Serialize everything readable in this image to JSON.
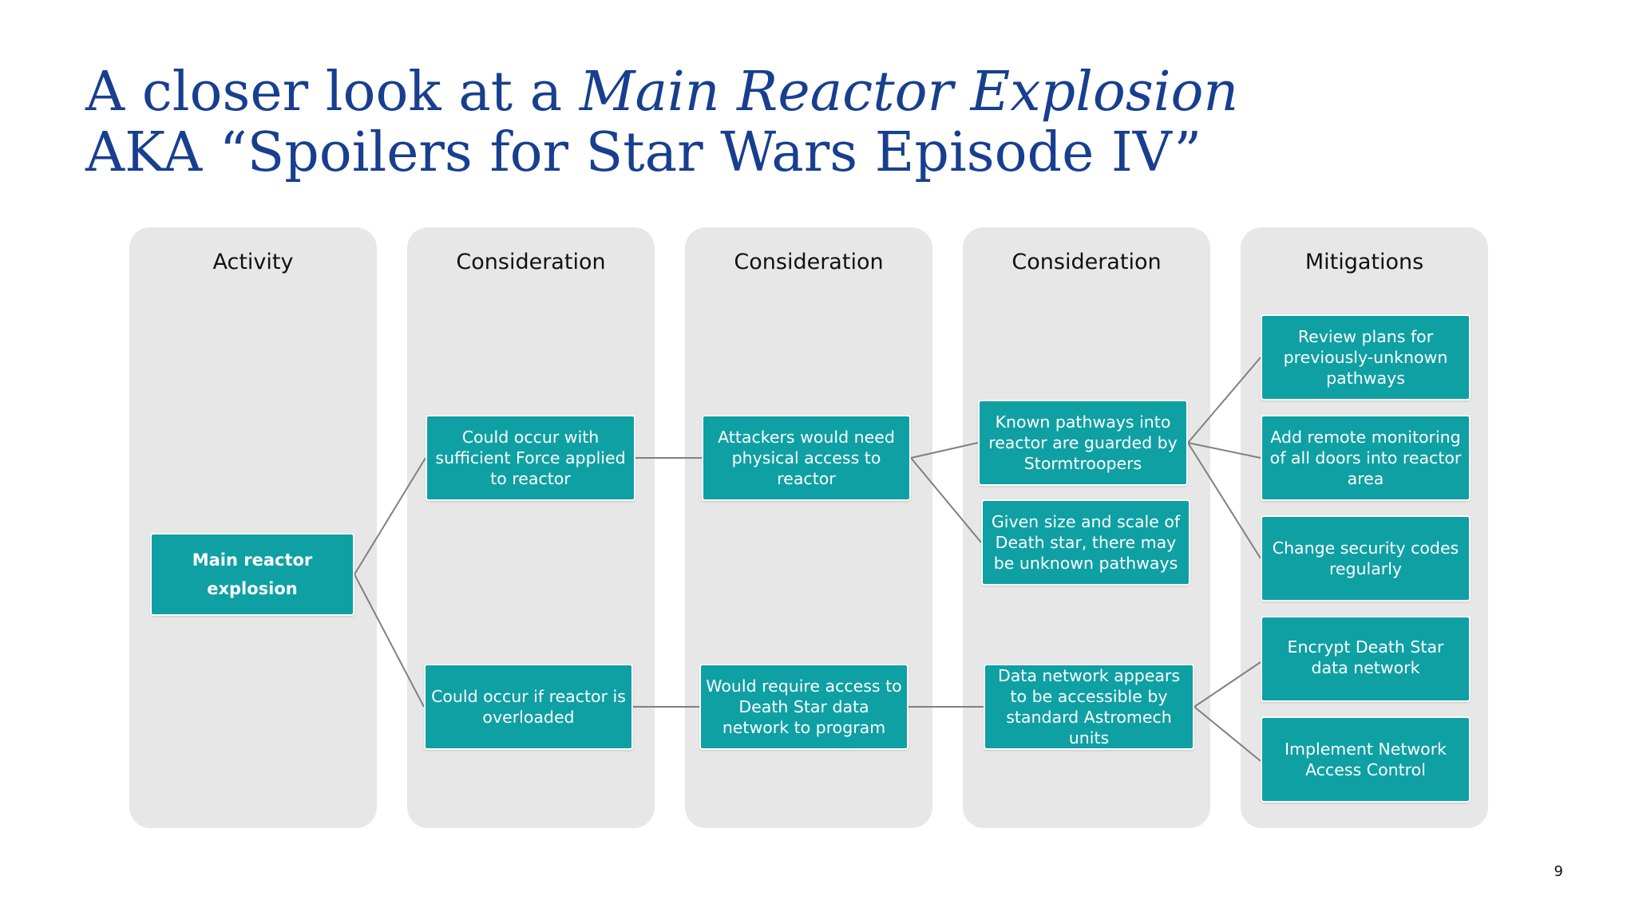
{
  "slide": {
    "title_line1_prefix": "A closer look at a ",
    "title_line1_emphasis": "Main Reactor Explosion",
    "title_line2": "AKA “Spoilers for Star Wars Episode IV”",
    "page_number": "9"
  },
  "columns": [
    {
      "header": "Activity"
    },
    {
      "header": "Consideration"
    },
    {
      "header": "Consideration"
    },
    {
      "header": "Consideration"
    },
    {
      "header": "Mitigations"
    }
  ],
  "nodes": {
    "main_reactor_explosion": "Main reactor explosion",
    "force_applied": "Could occur with sufficient Force applied to reactor",
    "reactor_overloaded": "Could occur if reactor is overloaded",
    "physical_access": "Attackers would need physical access to reactor",
    "network_access": "Would require access to Death Star data network to program",
    "guarded_pathways": "Known pathways into reactor are guarded by Stormtroopers",
    "unknown_pathways": "Given size and scale of Death star, there may be unknown pathways",
    "astromech_access": "Data network appears to be accessible by standard Astromech units",
    "review_plans": "Review plans for previously-unknown pathways",
    "remote_monitoring": "Add remote monitoring of all doors into reactor area",
    "change_codes": "Change security codes regularly",
    "encrypt_network": "Encrypt Death Star data network",
    "network_access_control": "Implement Network Access Control"
  },
  "colors": {
    "node_fill": "#0fa0a4",
    "column_fill": "#e7e7e7",
    "title": "#183f8f",
    "connector": "#808080"
  }
}
